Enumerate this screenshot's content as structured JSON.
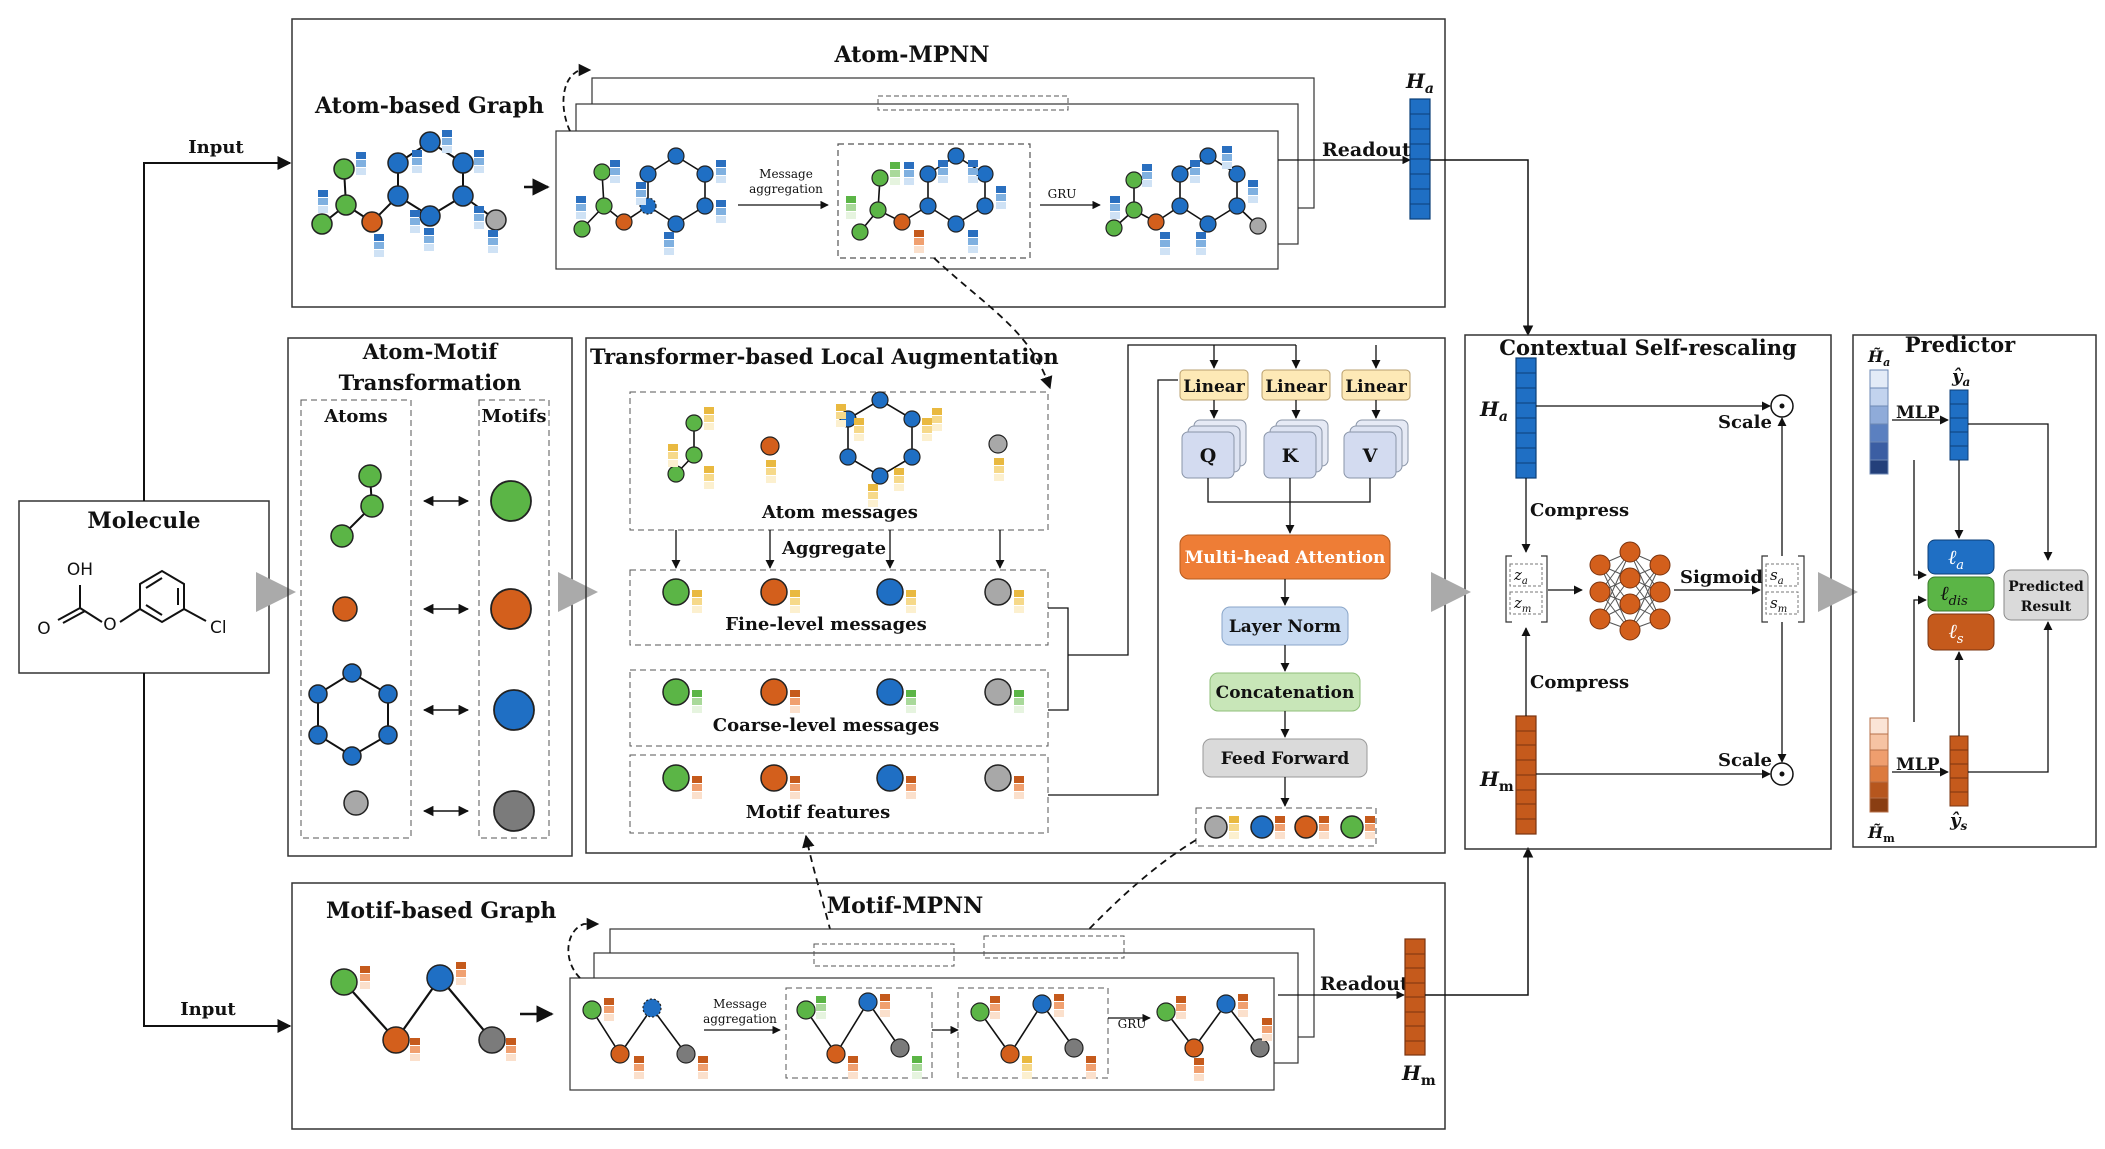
{
  "atom_mpnn": {
    "title": "Atom-MPNN",
    "graph_label": "Atom-based Graph",
    "message_aggregation": "Message aggregation",
    "gru": "GRU",
    "readout": "Readout",
    "H_label": "H",
    "H_sub": "a"
  },
  "molecule": {
    "title": "Molecule",
    "oh": "OH",
    "o1": "O",
    "o2": "O",
    "cl": "Cl"
  },
  "input_label_top": "Input",
  "input_label_bottom": "Input",
  "atom_motif": {
    "title_line1": "Atom-Motif",
    "title_line2": "Transformation",
    "atoms": "Atoms",
    "motifs": "Motifs"
  },
  "transformer": {
    "title": "Transformer-based Local Augmentation",
    "atom_messages": "Atom messages",
    "aggregate": "Aggregate",
    "fine": "Fine-level messages",
    "coarse": "Coarse-level messages",
    "motif_features": "Motif features",
    "linear": "Linear",
    "q": "Q",
    "k": "K",
    "v": "V",
    "mha": "Multi-head Attention",
    "layer_norm": "Layer Norm",
    "concat": "Concatenation",
    "ffn": "Feed Forward"
  },
  "motif_mpnn": {
    "title": "Motif-MPNN",
    "graph_label": "Motif-based Graph",
    "message_aggregation": "Message aggregation",
    "gru": "GRU",
    "readout": "Readout",
    "H_label": "H",
    "H_sub": "m"
  },
  "csr": {
    "title": "Contextual Self-rescaling",
    "compress_top": "Compress",
    "compress_bottom": "Compress",
    "sigmoid": "Sigmoid",
    "scale_top": "Scale",
    "scale_bottom": "Scale",
    "za": "z",
    "zm": "z",
    "sa": "s",
    "sm": "s",
    "sub_a": "a",
    "sub_m": "m"
  },
  "predictor": {
    "title": "Predictor",
    "mlp_top": "MLP",
    "mlp_bottom": "MLP",
    "loss_a": "ℓ",
    "loss_a_sub": "a",
    "loss_dis": "ℓ",
    "loss_dis_sub": "dis",
    "loss_s": "ℓ",
    "loss_s_sub": "s",
    "predicted_line1": "Predicted",
    "predicted_line2": "Result",
    "ya": "ŷ",
    "ys": "ŷ",
    "ya_sub": "a",
    "ys_sub": "s"
  },
  "colors": {
    "blue": "#1f6fc4",
    "green": "#5bb546",
    "orange": "#d35f1c",
    "gray": "#9a9a9a",
    "linear_fill": "#fde9b6",
    "mha_fill": "#ee7d36",
    "layernorm_fill": "#c9dbf2",
    "concat_fill": "#c8e6b8",
    "ffn_fill": "#dadada"
  }
}
